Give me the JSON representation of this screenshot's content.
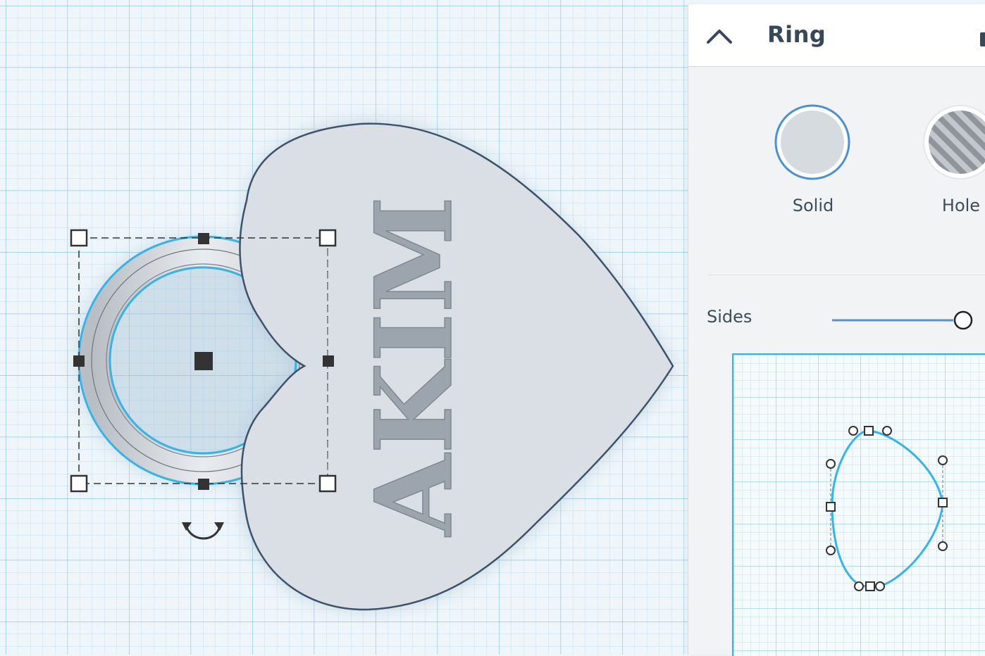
{
  "workplane": {
    "engraved_text": "AKIM",
    "colors": {
      "grid_background": "#eef6fb",
      "grid_minor": "#c4e0f1",
      "grid_major": "#8cc9ea",
      "heart_fill": "#d9dfe4",
      "heart_outline": "#3d536b",
      "text_fill": "#9ca5ae",
      "selection": "#33b5ea"
    }
  },
  "inspector": {
    "title": "Ring",
    "type_options": [
      {
        "label": "Solid",
        "selected": true
      },
      {
        "label": "Hole",
        "selected": false
      }
    ],
    "sides": {
      "label": "Sides",
      "value_fraction": 1.0
    }
  }
}
